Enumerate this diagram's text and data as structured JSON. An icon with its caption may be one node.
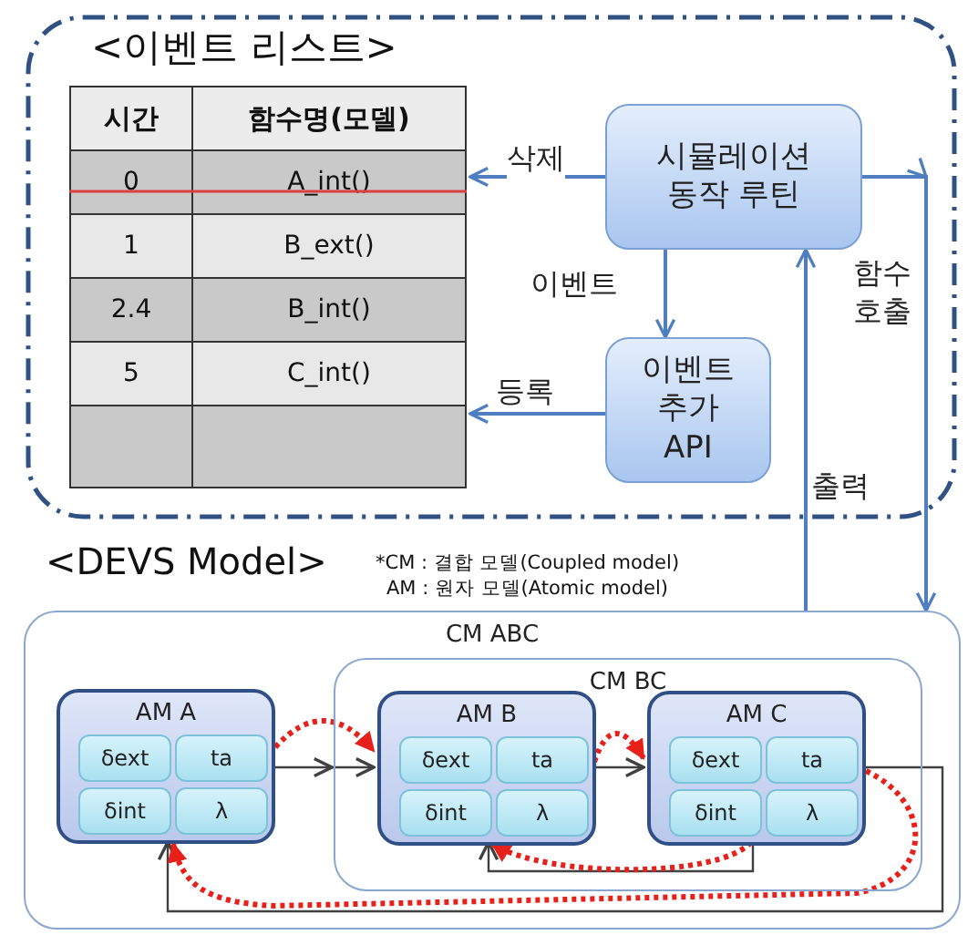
{
  "diagram": {
    "nodes": [
      {
        "text": [
          "<이벤트 리스트>"
        ]
      },
      {
        "text": [
          "시간",
          "함수명(모델)"
        ],
        "in": 0
      },
      {
        "text": [
          "0",
          "A_int()"
        ],
        "in": 0
      },
      {
        "text": [
          "1",
          "B_ext()"
        ],
        "in": 0
      },
      {
        "text": [
          "2.4",
          "B_int()"
        ],
        "in": 0
      },
      {
        "text": [
          "5",
          "C_int()"
        ],
        "in": 0
      },
      {
        "text": [],
        "shape": "box",
        "in": 0
      },
      {
        "text": [
          "시뮬레이션 동작 루틴"
        ],
        "in": 0
      },
      {
        "text": [
          "이벤트 추가 API"
        ],
        "in": 0
      },
      {
        "text": [
          "CM ABC"
        ]
      },
      {
        "text": [
          "AM A"
        ],
        "in": 9
      },
      {
        "text": [
          "δext"
        ],
        "in": 10
      },
      {
        "text": [
          "ta"
        ],
        "in": 10
      },
      {
        "text": [
          "δint"
        ],
        "in": 10
      },
      {
        "text": [
          "λ"
        ],
        "in": 10
      },
      {
        "text": [
          "CM BC"
        ],
        "in": 9
      },
      {
        "text": [
          "AM B"
        ],
        "in": 15
      },
      {
        "text": [
          "δext"
        ],
        "in": 16
      },
      {
        "text": [
          "ta"
        ],
        "in": 16
      },
      {
        "text": [
          "δint"
        ],
        "in": 16
      },
      {
        "text": [
          "λ"
        ],
        "in": 16
      },
      {
        "text": [
          "AM C"
        ],
        "in": 15
      },
      {
        "text": [
          "δext"
        ],
        "in": 21
      },
      {
        "text": [
          "ta"
        ],
        "in": 21
      },
      {
        "text": [
          "δint"
        ],
        "in": 21
      },
      {
        "text": [
          "λ"
        ],
        "in": 21
      }
    ],
    "edges": [
      {
        "from": 7,
        "to": 2,
        "arrow": "to",
        "label": "삭제"
      },
      {
        "from": 7,
        "to": 8,
        "arrow": "to",
        "label": "이벤트"
      },
      {
        "from": 8,
        "to": 6,
        "arrow": "to",
        "label": "등록"
      },
      {
        "from": 7,
        "to": 9,
        "arrow": "to",
        "label": "함수 호출"
      },
      {
        "from": 9,
        "to": 7,
        "arrow": "to",
        "label": "출력"
      },
      {
        "from": 10,
        "to": 16,
        "arrow": "to",
        "color": "#404040"
      },
      {
        "from": 16,
        "to": 21,
        "arrow": "to",
        "color": "#404040"
      },
      {
        "from": 21,
        "to": 10,
        "arrow": "to",
        "color": "#404040"
      },
      {
        "from": 21,
        "to": 16,
        "arrow": "to",
        "color": "#404040"
      },
      {
        "from": 10,
        "to": 16,
        "arrow": "to",
        "style": "dashed",
        "color": "#e8201a"
      },
      {
        "from": 16,
        "to": 21,
        "arrow": "to",
        "style": "dashed",
        "color": "#e8201a"
      },
      {
        "from": 21,
        "to": 16,
        "arrow": "to",
        "style": "dashed",
        "color": "#e8201a"
      },
      {
        "from": 21,
        "to": 10,
        "arrow": "to",
        "style": "dashed",
        "color": "#e8201a"
      }
    ],
    "labels": [
      "<DEVS Model>",
      "*CM : 결합 모델(Coupled model)",
      "AM : 원자 모델(Atomic model)"
    ]
  }
}
